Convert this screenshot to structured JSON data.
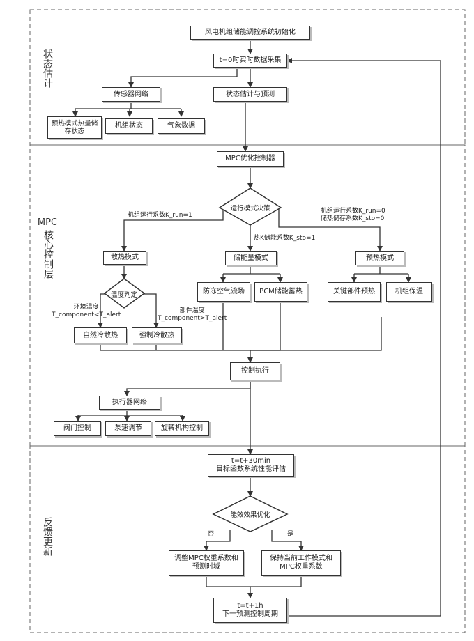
{
  "layers": {
    "state_estimation": "状态估计",
    "mpc_prefix": "MPC",
    "mpc_rest": "核心控制层",
    "feedback": "反馈更新"
  },
  "nodes": {
    "init": "风电机组储能调控系统初始化",
    "realtime": "t=0时实时数据采集",
    "sensor_net": "传感器网络",
    "state_params": "状态估计与预测",
    "leaf1": "预热模式热量储存状态",
    "leaf2": "机组状态",
    "leaf3": "气象数据",
    "mpc_ctrl": "MPC优化控制器",
    "decision": "运行模式决策",
    "branch_left": "机组运行系数K_run=1",
    "branch_mid": "热K储能系数K_sto=1",
    "branch_right_1": "机组运行系数K_run=0",
    "branch_right_2": "储热储存系数K_sto=0",
    "heat_dissip_mode": "散热模式",
    "storage_mode": "储能量模式",
    "preheat_mode": "预热模式",
    "temp_judge": "温度判定",
    "cond_left_1": "环境温度",
    "cond_left_2": "T_component<T_alert",
    "cond_right_1": "部件温度",
    "cond_right_2": "T_component>T_alert",
    "natural_cool": "自然冷散热",
    "forced_cool": "强制冷散热",
    "air_flow": "防冻空气流场",
    "pcm": "PCM储能蓄热",
    "heater": "关键部件预热",
    "unit_warm": "机组保温",
    "exec": "控制执行",
    "actuator_net": "执行器网络",
    "act1": "阀门控制",
    "act2": "泵速调节",
    "act3": "旋转机构控制",
    "time_update": "t=t+30min",
    "obj_eval": "目标函数系统性能评估",
    "optimize": "能效效果优化",
    "no_label": "否",
    "yes_label": "是",
    "adjust_left": "调整MPC权重系数和预测时域",
    "adjust_right": "保持当前工作模式和MPC权重系数",
    "next_1": "t=t+1h",
    "next_2": "下一预测控制周期"
  }
}
